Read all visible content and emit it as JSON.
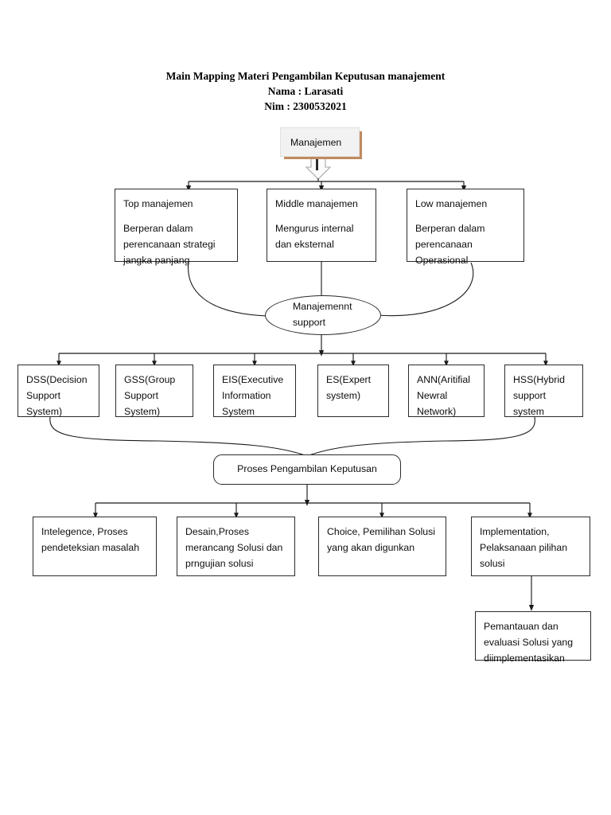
{
  "document": {
    "title_lines": [
      "Main Mapping Materi Pengambilan Keputusan manajement",
      "Nama : Larasati",
      "Nim : 2300532021"
    ]
  },
  "colors": {
    "node_border": "#2b2b2b",
    "node_fill": "#ffffff",
    "root_fill": "#f2f2f2",
    "root_shadow": "#c08a5e",
    "connector": "#1a1a1a",
    "text": "#0d0d0d"
  },
  "diagram": {
    "root": {
      "label": "Manajemen"
    },
    "levels": [
      {
        "id": "top-manajemen",
        "heading": "Top manajemen",
        "body": [
          "Berperan dalam",
          "perencanaan strategi",
          "jangka panjang"
        ]
      },
      {
        "id": "middle-manajemen",
        "heading": "Middle manajemen",
        "body": [
          "Mengurus internal",
          "dan eksternal"
        ]
      },
      {
        "id": "low-manajemen",
        "heading": "Low manajemen",
        "body": [
          "Berperan dalam",
          "perencanaan",
          "Operasional"
        ]
      }
    ],
    "support": {
      "lines": [
        "Manajemennt",
        "support"
      ]
    },
    "systems": [
      {
        "id": "dss",
        "lines": [
          "DSS(Decision",
          "Support",
          "System)"
        ]
      },
      {
        "id": "gss",
        "lines": [
          "GSS(Group",
          "Support",
          "System)"
        ]
      },
      {
        "id": "eis",
        "lines": [
          "EIS(Executive",
          "Information",
          "System"
        ]
      },
      {
        "id": "es",
        "lines": [
          "ES(Expert",
          "system)"
        ]
      },
      {
        "id": "ann",
        "lines": [
          "ANN(Aritifial",
          "Newral",
          "Network)"
        ]
      },
      {
        "id": "hss",
        "lines": [
          "HSS(Hybrid",
          "support",
          "system"
        ]
      }
    ],
    "process": {
      "label": "Proses Pengambilan Keputusan"
    },
    "stages": [
      {
        "id": "intelegence",
        "lines": [
          "Intelegence, Proses",
          "pendeteksian masalah"
        ]
      },
      {
        "id": "desain",
        "lines": [
          "Desain,Proses",
          "merancang Solusi dan",
          "prngujian solusi"
        ]
      },
      {
        "id": "choice",
        "lines": [
          "Choice, Pemilihan Solusi",
          "yang akan digunkan"
        ]
      },
      {
        "id": "implementation",
        "lines": [
          "Implementation,",
          "Pelaksanaan pilihan",
          "solusi"
        ]
      }
    ],
    "monitoring": {
      "lines": [
        "Pemantauan dan",
        "evaluasi Solusi yang",
        "diimplementasikan"
      ]
    }
  }
}
